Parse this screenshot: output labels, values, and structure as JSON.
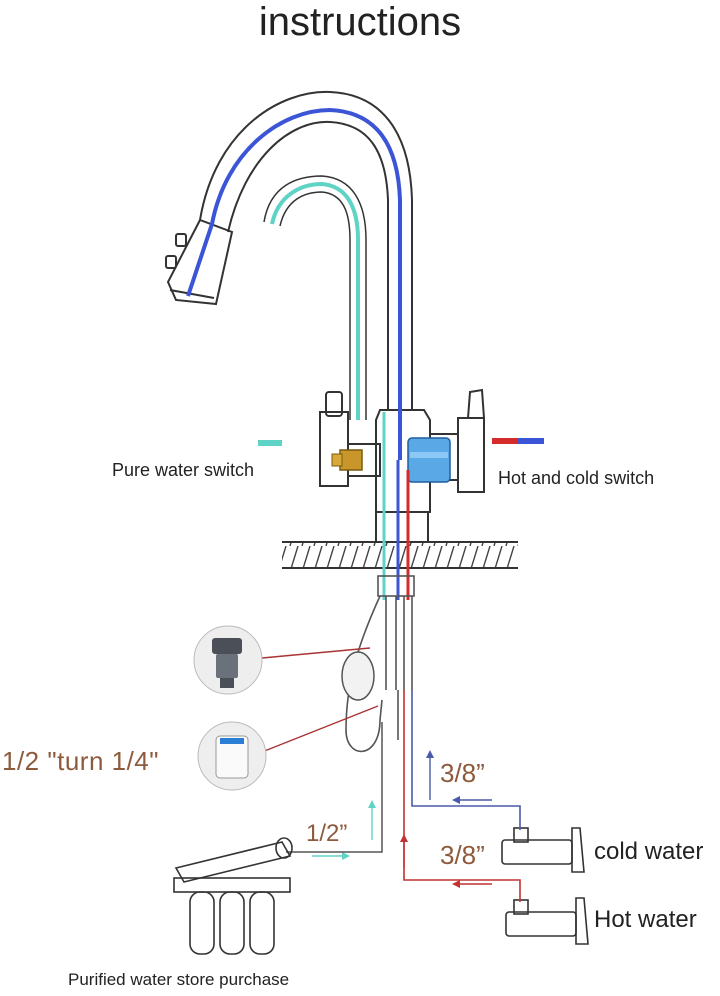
{
  "title": "instructions",
  "labels": {
    "pure_water_switch": "Pure water switch",
    "hot_cold_switch": "Hot and cold switch",
    "turn": "1/2 \"turn 1/4\"",
    "half_inch": "1/2”",
    "three_eighths_top": "3/8”",
    "three_eighths_bottom": "3/8”",
    "cold_water": "cold water",
    "hot_water": "Hot water",
    "purified": "Purified water store purchase"
  },
  "icons": [
    "faucet-icon",
    "pull-out-sprayer-icon",
    "quick-connector-icon",
    "adapter-fitting-icon",
    "angle-valve-icon",
    "water-filter-icon",
    "arrow-icon"
  ],
  "colors": {
    "pure_water": "#5fd3c6",
    "cold": "#3b55d6",
    "hot": "#d62b2b",
    "label_brown": "#8d5a3c",
    "outline": "#333333"
  }
}
